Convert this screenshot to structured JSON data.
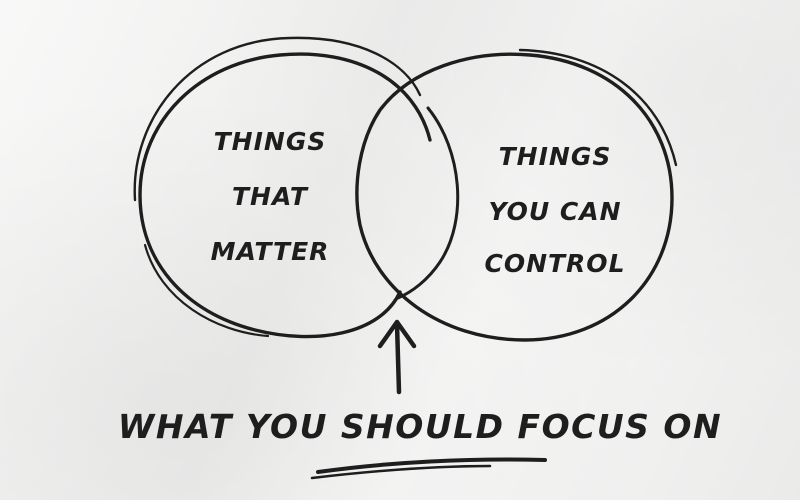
{
  "diagram": {
    "left_circle_lines": [
      "Things",
      "that",
      "matter"
    ],
    "right_circle_lines": [
      "Things",
      "you can",
      "control"
    ],
    "caption": "What you should focus on"
  },
  "colors": {
    "ink": "#1e1e1e",
    "paper": "#f2f2f1"
  }
}
